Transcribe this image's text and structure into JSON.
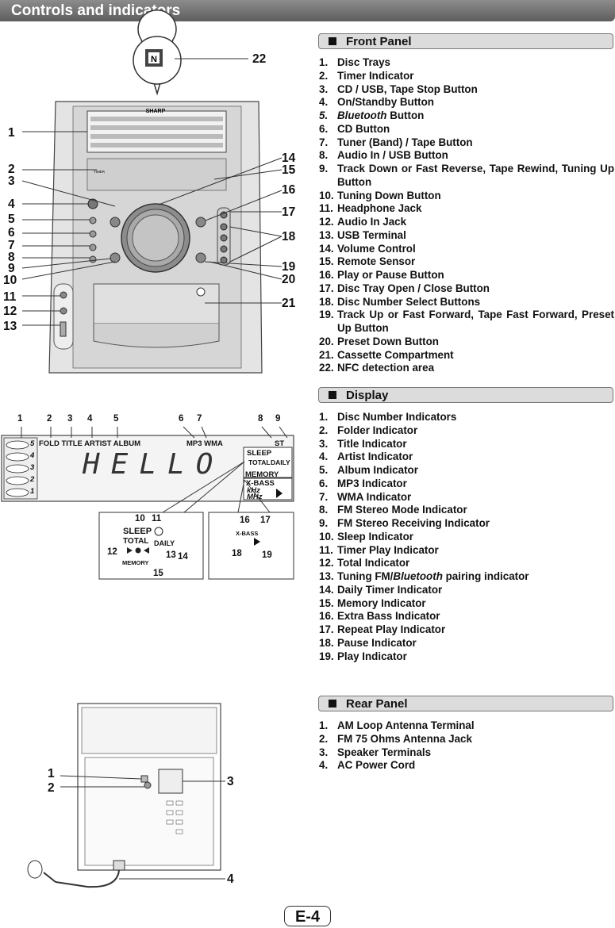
{
  "header": {
    "title": "Controls and indicators"
  },
  "front_panel": {
    "heading": "Front Panel",
    "items": [
      {
        "n": "1.",
        "label": "Disc Trays"
      },
      {
        "n": "2.",
        "label": "Timer Indicator"
      },
      {
        "n": "3.",
        "label": "CD / USB, Tape Stop Button"
      },
      {
        "n": "4.",
        "label": "On/Standby Button"
      },
      {
        "n": "5.",
        "label": "Bluetooth",
        "suffix": " Button"
      },
      {
        "n": "6.",
        "label": "CD Button"
      },
      {
        "n": "7.",
        "label": "Tuner (Band) / Tape Button"
      },
      {
        "n": "8.",
        "label": "Audio In / USB Button"
      },
      {
        "n": "9.",
        "label": "Track Down or Fast Reverse, Tape Rewind, Tuning Up Button"
      },
      {
        "n": "10.",
        "label": "Tuning Down Button"
      },
      {
        "n": "11.",
        "label": "Headphone Jack"
      },
      {
        "n": "12.",
        "label": "Audio In Jack"
      },
      {
        "n": "13.",
        "label": "USB Terminal"
      },
      {
        "n": "14.",
        "label": "Volume Control"
      },
      {
        "n": "15.",
        "label": "Remote Sensor"
      },
      {
        "n": "16.",
        "label": "Play or Pause Button"
      },
      {
        "n": "17.",
        "label": "Disc Tray Open / Close Button"
      },
      {
        "n": "18.",
        "label": "Disc Number Select Buttons"
      },
      {
        "n": "19.",
        "label": "Track Up or Fast Forward, Tape Fast Forward, Preset Up Button"
      },
      {
        "n": "20.",
        "label": "Preset Down Button"
      },
      {
        "n": "21.",
        "label": "Cassette Compartment"
      },
      {
        "n": "22.",
        "label": "NFC detection area"
      }
    ]
  },
  "display": {
    "heading": "Display",
    "items": [
      {
        "n": "1.",
        "label": "Disc Number Indicators"
      },
      {
        "n": "2.",
        "label": "Folder Indicator"
      },
      {
        "n": "3.",
        "label": "Title Indicator"
      },
      {
        "n": "4.",
        "label": "Artist Indicator"
      },
      {
        "n": "5.",
        "label": "Album Indicator"
      },
      {
        "n": "6.",
        "label": "MP3 Indicator"
      },
      {
        "n": "7.",
        "label": "WMA Indicator"
      },
      {
        "n": "8.",
        "label": "FM Stereo Mode Indicator"
      },
      {
        "n": "9.",
        "label": "FM Stereo Receiving Indicator"
      },
      {
        "n": "10.",
        "label": "Sleep Indicator"
      },
      {
        "n": "11.",
        "label": "Timer Play Indicator"
      },
      {
        "n": "12.",
        "label": "Total Indicator"
      },
      {
        "n": "13.",
        "label": "Tuning FM/",
        "italic": "Bluetooth",
        "suffix": " pairing indicator"
      },
      {
        "n": "14.",
        "label": "Daily Timer Indicator"
      },
      {
        "n": "15.",
        "label": "Memory Indicator"
      },
      {
        "n": "16.",
        "label": "Extra Bass Indicator"
      },
      {
        "n": "17.",
        "label": "Repeat Play Indicator"
      },
      {
        "n": "18.",
        "label": "Pause Indicator"
      },
      {
        "n": "19.",
        "label": "Play Indicator"
      }
    ]
  },
  "rear_panel": {
    "heading": "Rear Panel",
    "items": [
      {
        "n": "1.",
        "label": "AM Loop Antenna Terminal"
      },
      {
        "n": "2.",
        "label": "FM 75 Ohms Antenna Jack"
      },
      {
        "n": "3.",
        "label": "Speaker Terminals"
      },
      {
        "n": "4.",
        "label": "AC Power Cord"
      }
    ]
  },
  "lcd": {
    "top_labels": "FOLD TITLE ARTIST ALBUM",
    "format_labels": "MP3 WMA",
    "stereo": "ST",
    "main_text": "HELLO",
    "disc_numbers": [
      "5",
      "4",
      "3",
      "2",
      "1"
    ],
    "sleep": "SLEEP",
    "total": "TOTAL",
    "daily": "DAILY",
    "memory": "MEMORY",
    "xbass": "X-BASS",
    "khz": "kHz",
    "mhz": "MHz"
  },
  "device_labels": {
    "brand": "SHARP",
    "timer": "TIMER"
  },
  "callouts": {
    "front": [
      "1",
      "2",
      "3",
      "4",
      "5",
      "6",
      "7",
      "8",
      "9",
      "10",
      "11",
      "12",
      "13",
      "14",
      "15",
      "16",
      "17",
      "18",
      "19",
      "20",
      "21",
      "22"
    ],
    "display_top": [
      "1",
      "2",
      "3",
      "4",
      "5",
      "6",
      "7",
      "8",
      "9"
    ],
    "zoom_left": [
      "10",
      "11",
      "12",
      "13",
      "14",
      "15"
    ],
    "zoom_right": [
      "16",
      "17",
      "18",
      "19"
    ],
    "rear": [
      "1",
      "2",
      "3",
      "4"
    ]
  },
  "page_number": "E-4"
}
